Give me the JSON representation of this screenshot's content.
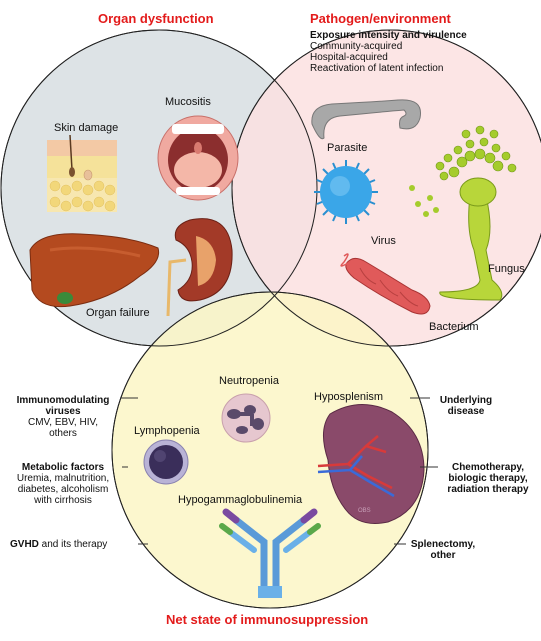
{
  "titles": {
    "organ": "Organ dysfunction",
    "pathogen": "Pathogen/environment",
    "net": "Net state of immunosuppression"
  },
  "exposure": {
    "heading": "Exposure intensity and virulence",
    "items": [
      "Community-acquired",
      "Hospital-acquired",
      "Reactivation of latent infection"
    ]
  },
  "organ_labels": {
    "skin": "Skin damage",
    "mucositis": "Mucositis",
    "organ_failure": "Organ failure"
  },
  "pathogen_labels": {
    "parasite": "Parasite",
    "virus": "Virus",
    "fungus": "Fungus",
    "bacterium": "Bacterium"
  },
  "net_labels": {
    "neutropenia": "Neutropenia",
    "lymphopenia": "Lymphopenia",
    "hyposplenism": "Hyposplenism",
    "hypogamma": "Hypogammaglobulinemia",
    "spleen_mark": "OBS"
  },
  "left_factors": {
    "immuno_heading_1": "Immunomodulating",
    "immuno_heading_2": "viruses",
    "immuno_detail_1": "CMV, EBV, HIV,",
    "immuno_detail_2": "others",
    "metabolic_heading": "Metabolic factors",
    "metabolic_detail_1": "Uremia, malnutrition,",
    "metabolic_detail_2": "diabetes, alcoholism",
    "metabolic_detail_3": "with cirrhosis",
    "gvhd_bold": "GVHD",
    "gvhd_rest": " and its therapy"
  },
  "right_factors": {
    "underlying_1": "Underlying",
    "underlying_2": "disease",
    "chemo_1": "Chemotherapy,",
    "chemo_2": "biologic therapy,",
    "chemo_3": "radiation therapy",
    "splen_1": "Splenectomy,",
    "splen_2": "other"
  },
  "colors": {
    "title_red": "#e31b1b",
    "organ_circle": "#dde3e6",
    "pathogen_circle": "#fbe0e1",
    "net_circle": "#fbf6c6"
  }
}
